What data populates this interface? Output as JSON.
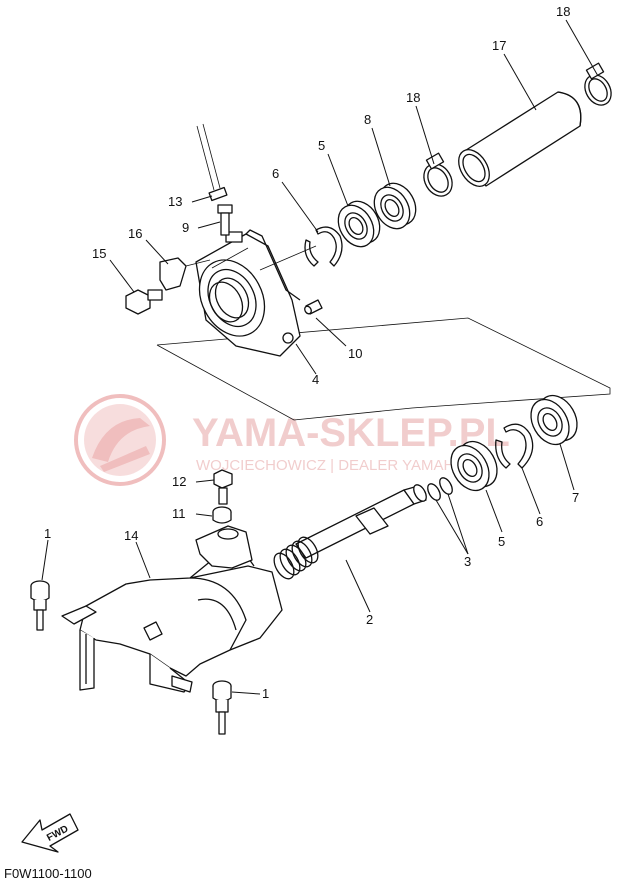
{
  "watermark": {
    "title": "YAMA-SKLEP.PL",
    "subtitle": "WOJCIECHOWICZ | DEALER YAMAHA",
    "color": "#e6a5a5"
  },
  "diagram_code": "F0W1100-1100",
  "fwd_label": "FWD",
  "callouts": {
    "c18a": "18",
    "c17": "17",
    "c18b": "18",
    "c8": "8",
    "c5a": "5",
    "c6a": "6",
    "c13": "13",
    "c9": "9",
    "c16": "16",
    "c15": "15",
    "c10": "10",
    "c4": "4",
    "c12": "12",
    "c11": "11",
    "c7": "7",
    "c5b": "5",
    "c6b": "6",
    "c3": "3",
    "c1a": "1",
    "c14": "14",
    "c2": "2",
    "c1b": "1"
  }
}
